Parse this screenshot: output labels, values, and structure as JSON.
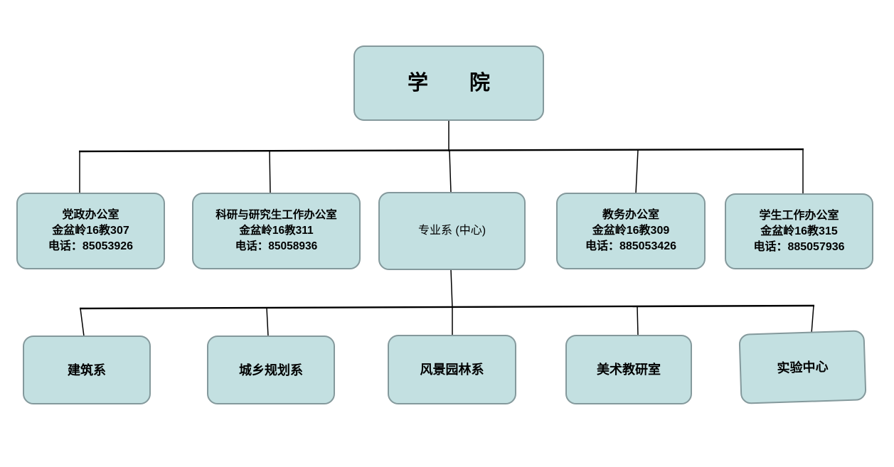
{
  "colors": {
    "background": "#ffffff",
    "box_fill": "#c3e0e1",
    "box_border": "#84999c",
    "line": "#000000",
    "text": "#000000"
  },
  "org": {
    "root": {
      "label": "学　　院"
    },
    "level2": [
      {
        "name": "党政办公室",
        "location": "金盆岭16教307",
        "phone": "电话：85053926"
      },
      {
        "name": "科研与研究生工作办公室",
        "location": "金盆岭16教311",
        "phone": "电话：85058936"
      },
      {
        "name": "专业系 (中心)"
      },
      {
        "name": "教务办公室",
        "location": "金盆岭16教309",
        "phone": "电话：885053426"
      },
      {
        "name": "学生工作办公室",
        "location": "金盆岭16教315",
        "phone": "电话：885057936"
      }
    ],
    "level3": [
      {
        "name": "建筑系"
      },
      {
        "name": "城乡规划系"
      },
      {
        "name": "风景园林系"
      },
      {
        "name": "美术教研室"
      },
      {
        "name": "实验中心"
      }
    ]
  }
}
